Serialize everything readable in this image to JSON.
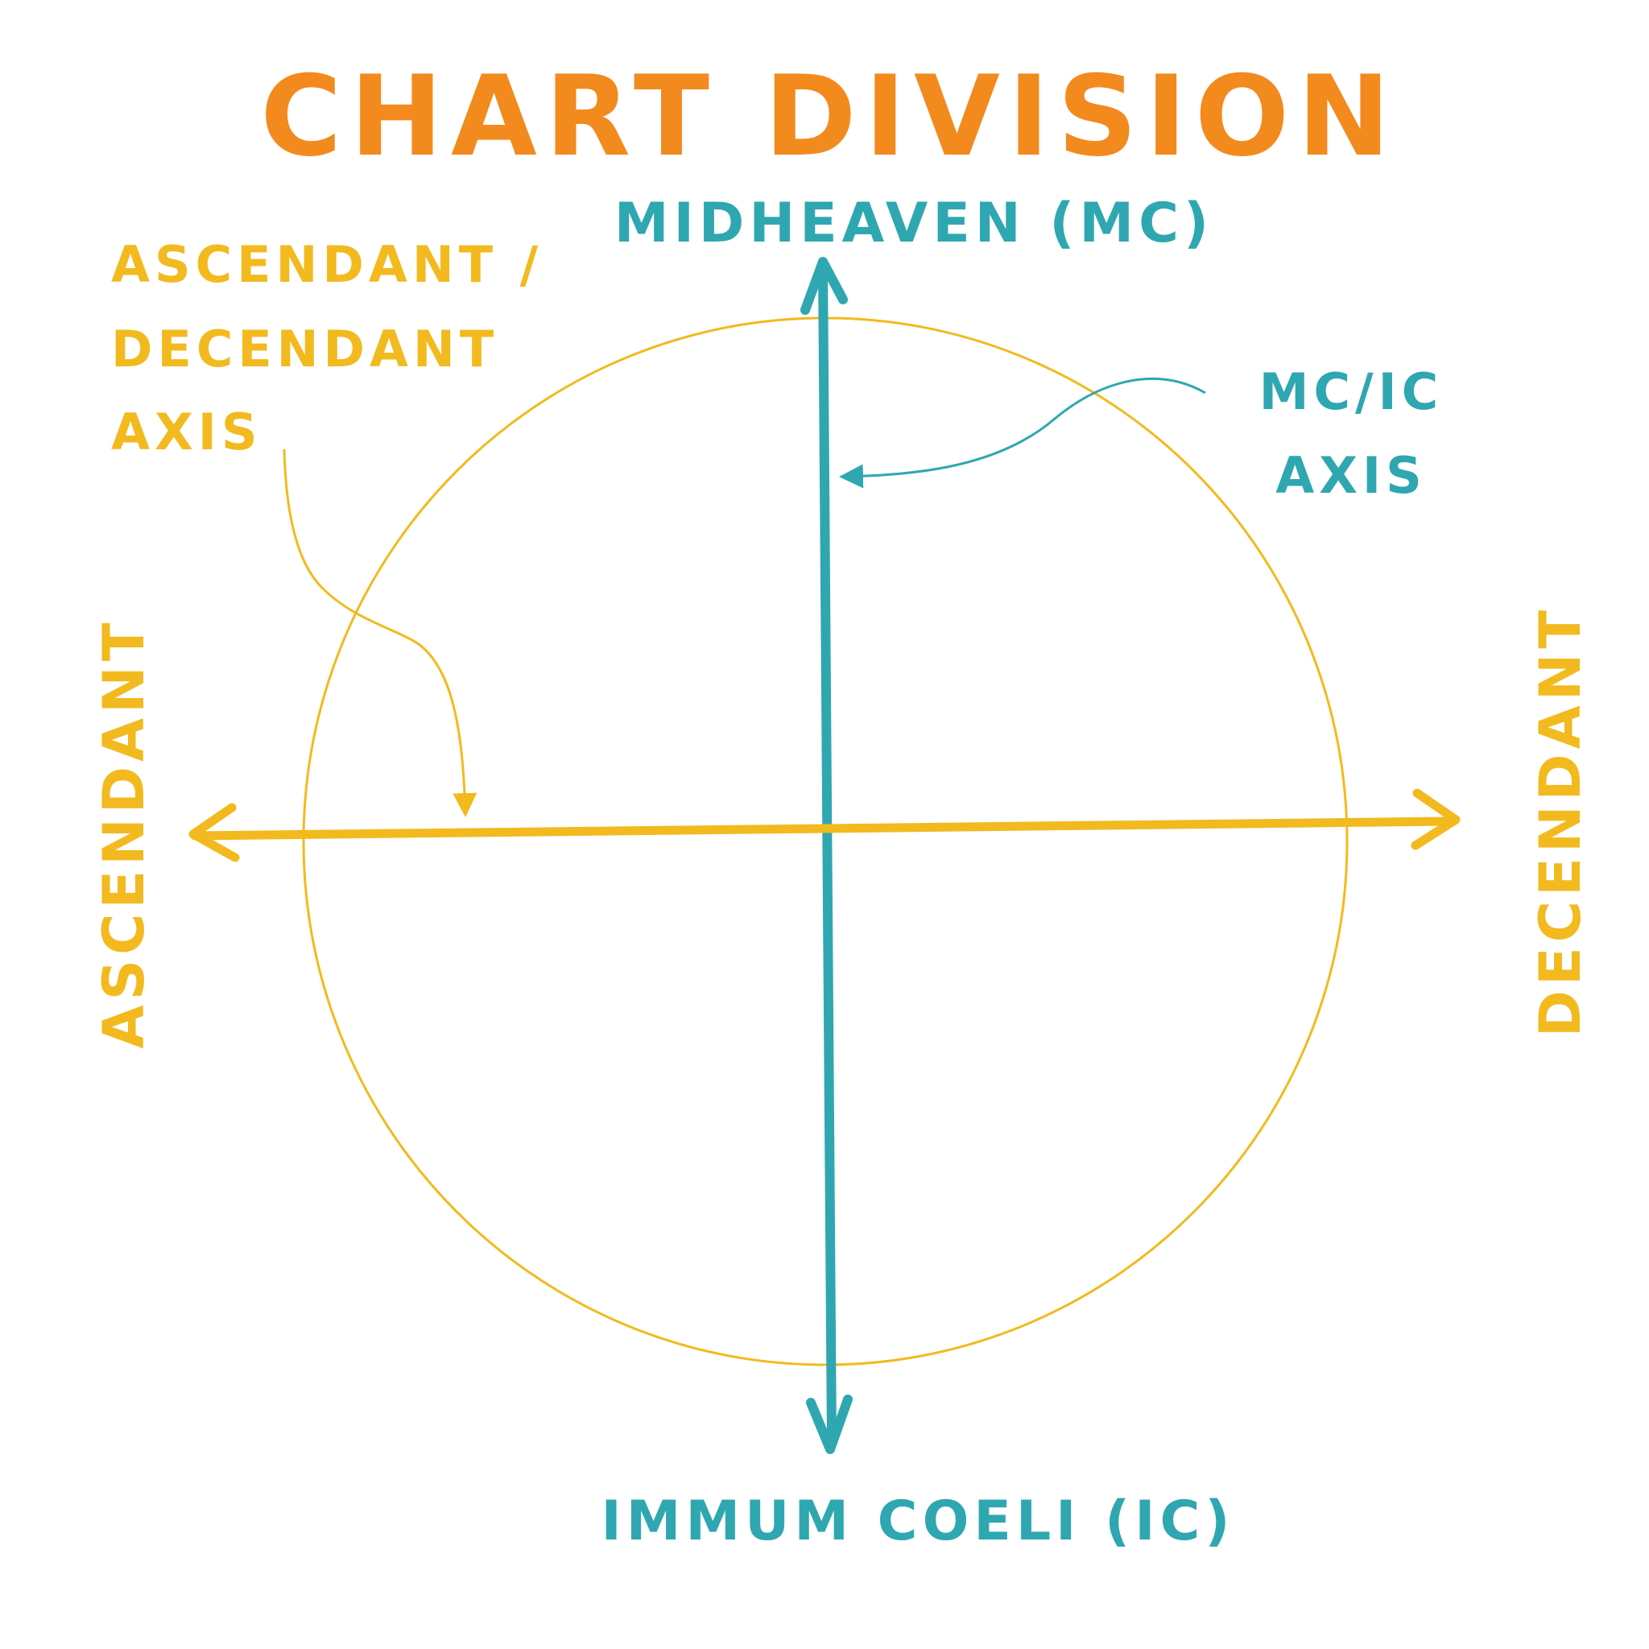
{
  "title": "CHART DIVISION",
  "labels": {
    "top": "MIDHEAVEN (MC)",
    "bottom": "IMMUM COELI (IC)",
    "left": "ASCENDANT",
    "right": "DECENDANT"
  },
  "notes": {
    "asc_desc_axis": [
      "ASCENDANT /",
      "DECENDANT",
      "AXIS"
    ],
    "mc_ic_axis": [
      "MC/IC",
      "AXIS"
    ]
  },
  "colors": {
    "title": "#F28A1E",
    "teal": "#2FA7B0",
    "yellow": "#F2BA1E"
  }
}
